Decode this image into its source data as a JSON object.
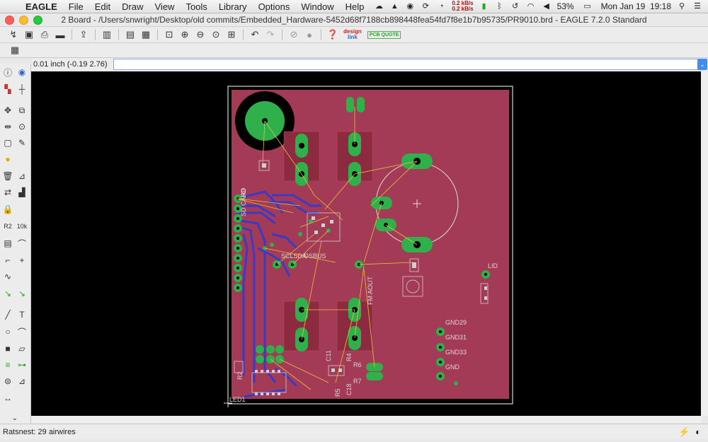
{
  "menubar": {
    "app_name": "EAGLE",
    "items": [
      "File",
      "Edit",
      "Draw",
      "View",
      "Tools",
      "Library",
      "Options",
      "Window",
      "Help"
    ],
    "net_up": "0.2 kB/s",
    "net_down": "0.2 kB/s",
    "battery": "53%",
    "clock": "Mon Jan 19  19:18"
  },
  "window": {
    "title": "2 Board - /Users/snwright/Desktop/old commits/Embedded_Hardware-5452d68f7188cb898448fea54fd7f8e1b7b95735/PR9010.brd - EAGLE 7.2.0 Standard"
  },
  "toolbar": {
    "brand_design": "design",
    "brand_link": "link",
    "brand_pcb": "PCB QUOTE"
  },
  "command": {
    "coordinate": "0.01 inch (-0.19 2.76)",
    "input_value": ""
  },
  "board": {
    "labels": {
      "sdcard": "SD CARD",
      "io": "I/O",
      "sclsda": "SCLSDA",
      "osbus": "OSBUS",
      "fm_aout": "FM  AOUT",
      "lid": "LID",
      "gnd29": "GND29",
      "gnd31": "GND31",
      "gnd33": "GND33",
      "gnd": "GND",
      "led1": "LED1",
      "c11": "C11",
      "r4": "R4",
      "r6": "R6",
      "r7": "R7",
      "c18": "C18",
      "r5": "R5",
      "r2": "R2"
    },
    "colors": {
      "background": "#000000",
      "copper_top": "#a33a56",
      "pads": "#2fb04a",
      "bottom_traces": "#3a3ac8",
      "airwires": "#e8c23a",
      "outline": "#ffffff"
    }
  },
  "status": {
    "text": "Ratsnest: 29 airwires"
  }
}
